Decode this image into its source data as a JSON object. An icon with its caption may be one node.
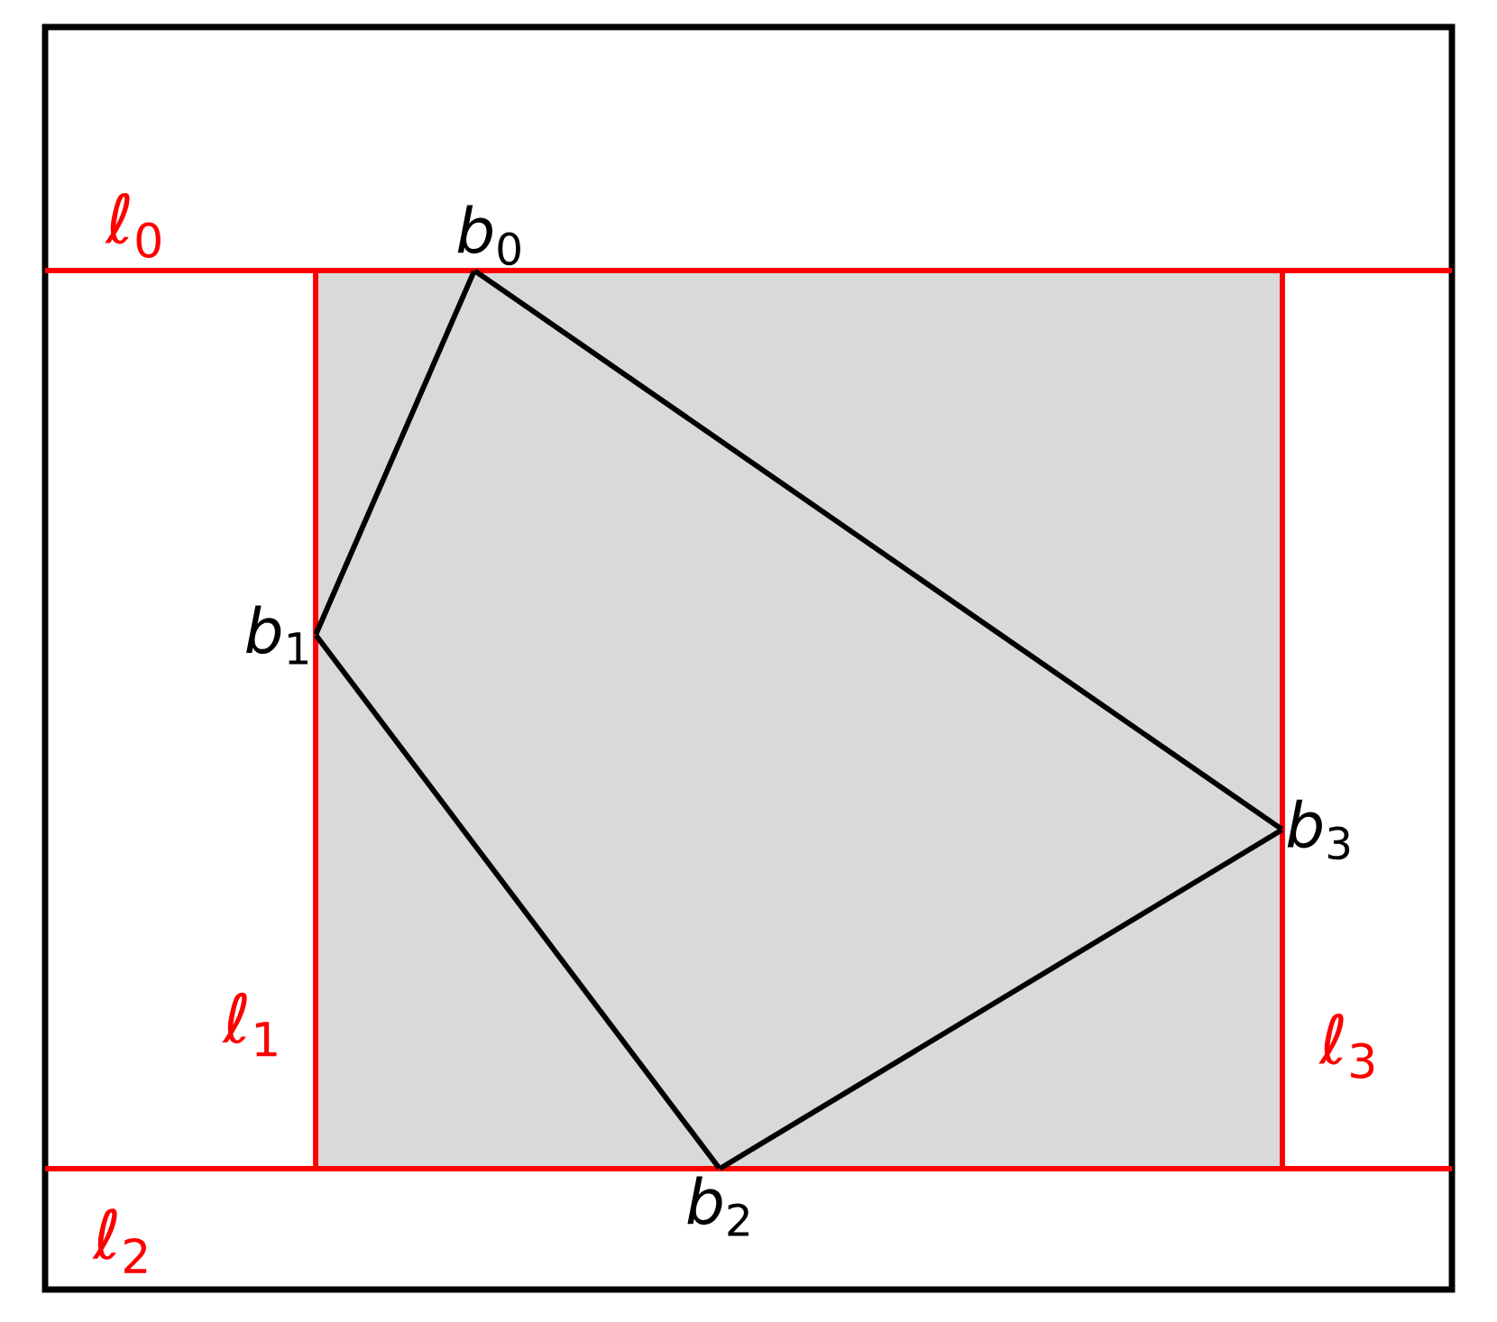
{
  "diagram": {
    "nodes": [
      {
        "text": [
          "*b*$_{0}$"
        ]
      },
      {
        "text": [
          "*b*$_{1}$"
        ]
      },
      {
        "text": [
          "*b*$_{2}$"
        ]
      },
      {
        "text": [
          "*b*$_{3}$"
        ]
      }
    ],
    "edges": [
      {
        "from": 0,
        "to": 1,
        "arrow": "none"
      },
      {
        "from": 1,
        "to": 2,
        "arrow": "none"
      },
      {
        "from": 2,
        "to": 3,
        "arrow": "none"
      },
      {
        "from": 3,
        "to": 0,
        "arrow": "none"
      }
    ],
    "labels": [
      "ℓ$_{0}$",
      "ℓ$_{1}$",
      "ℓ$_{2}$",
      "ℓ$_{3}$"
    ]
  }
}
